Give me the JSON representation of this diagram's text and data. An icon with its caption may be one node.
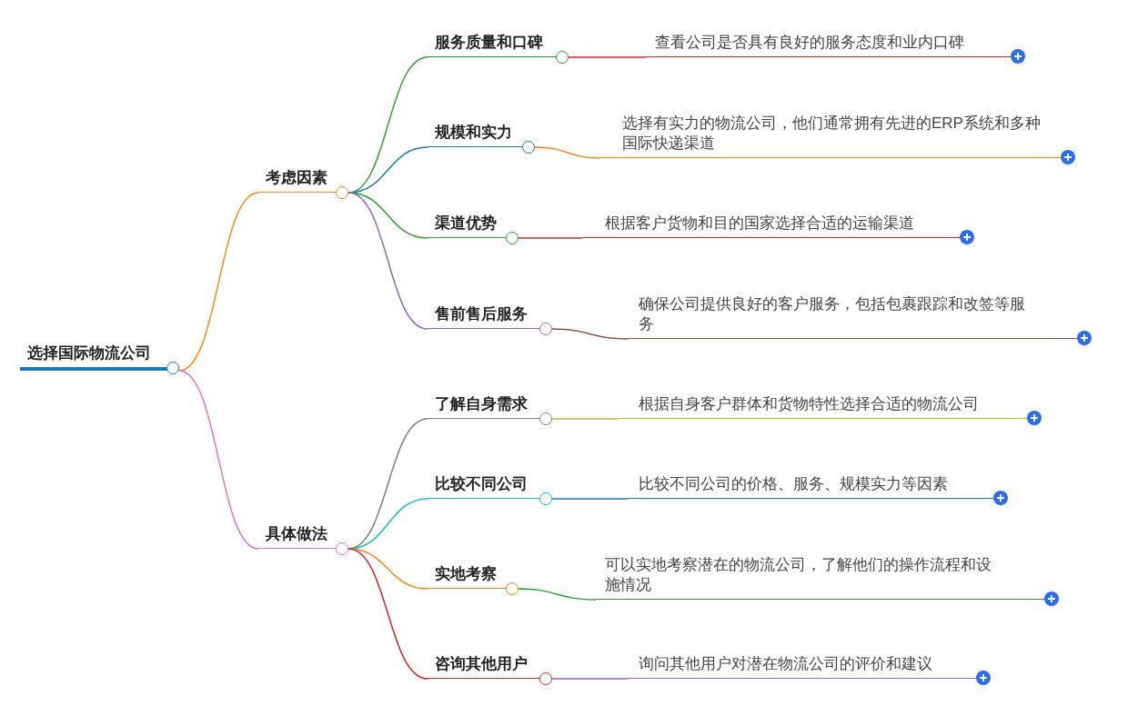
{
  "diagram": {
    "nodes": [
      {
        "text": [
          "选择国际物流公司"
        ]
      },
      {
        "text": [
          "考虑因素"
        ]
      },
      {
        "text": [
          "服务质量和口碑"
        ]
      },
      {
        "text": [
          "查看公司是否具有良好的服务态度和业内口碑"
        ]
      },
      {
        "text": [
          "规模和实力"
        ]
      },
      {
        "text": [
          "选择有实力的物流公司，他们通常拥有先进的ERP系统和多种国际快递渠道"
        ]
      },
      {
        "text": [
          "渠道优势"
        ]
      },
      {
        "text": [
          "根据客户货物和目的国家选择合适的运输渠道"
        ]
      },
      {
        "text": [
          "售前售后服务"
        ]
      },
      {
        "text": [
          "确保公司提供良好的客户服务，包括包裹跟踪和改签等服务"
        ]
      },
      {
        "text": [
          "具体做法"
        ]
      },
      {
        "text": [
          "了解自身需求"
        ]
      },
      {
        "text": [
          "根据自身客户群体和货物特性选择合适的物流公司"
        ]
      },
      {
        "text": [
          "比较不同公司"
        ]
      },
      {
        "text": [
          "比较不同公司的价格、服务、规模实力等因素"
        ]
      },
      {
        "text": [
          "实地考察"
        ]
      },
      {
        "text": [
          "可以实地考察潜在的物流公司，了解他们的操作流程和设施情况"
        ]
      },
      {
        "text": [
          "咨询其他用户"
        ]
      },
      {
        "text": [
          "询问其他用户对潜在物流公司的评价和建议"
        ]
      }
    ],
    "edges": [
      {
        "from": 0,
        "to": 1,
        "arrow": "none",
        "color": "#ff8c1a"
      },
      {
        "from": 0,
        "to": 10,
        "arrow": "none",
        "color": "#e377c2"
      },
      {
        "from": 1,
        "to": 2,
        "arrow": "none",
        "color": "#2ca02c"
      },
      {
        "from": 1,
        "to": 4,
        "arrow": "none",
        "color": "#1f77b4"
      },
      {
        "from": 1,
        "to": 6,
        "arrow": "none",
        "color": "#2ca02c"
      },
      {
        "from": 1,
        "to": 8,
        "arrow": "none",
        "color": "#9467bd"
      },
      {
        "from": 2,
        "to": 3,
        "arrow": "none",
        "color": "#d62728"
      },
      {
        "from": 4,
        "to": 5,
        "arrow": "none",
        "color": "#ff7f0e"
      },
      {
        "from": 6,
        "to": 7,
        "arrow": "none",
        "color": "#d62728"
      },
      {
        "from": 8,
        "to": 9,
        "arrow": "none",
        "color": "#8c564b"
      },
      {
        "from": 10,
        "to": 11,
        "arrow": "none",
        "color": "#7f7f7f"
      },
      {
        "from": 10,
        "to": 13,
        "arrow": "none",
        "color": "#17becf"
      },
      {
        "from": 10,
        "to": 15,
        "arrow": "none",
        "color": "#ff7f0e"
      },
      {
        "from": 10,
        "to": 17,
        "arrow": "none",
        "color": "#d62728"
      },
      {
        "from": 11,
        "to": 12,
        "arrow": "none",
        "color": "#bcbd22"
      },
      {
        "from": 13,
        "to": 14,
        "arrow": "none",
        "color": "#1f77b4"
      },
      {
        "from": 15,
        "to": 16,
        "arrow": "none",
        "color": "#2ca02c"
      },
      {
        "from": 17,
        "to": 18,
        "arrow": "none",
        "color": "#9467bd"
      }
    ]
  }
}
